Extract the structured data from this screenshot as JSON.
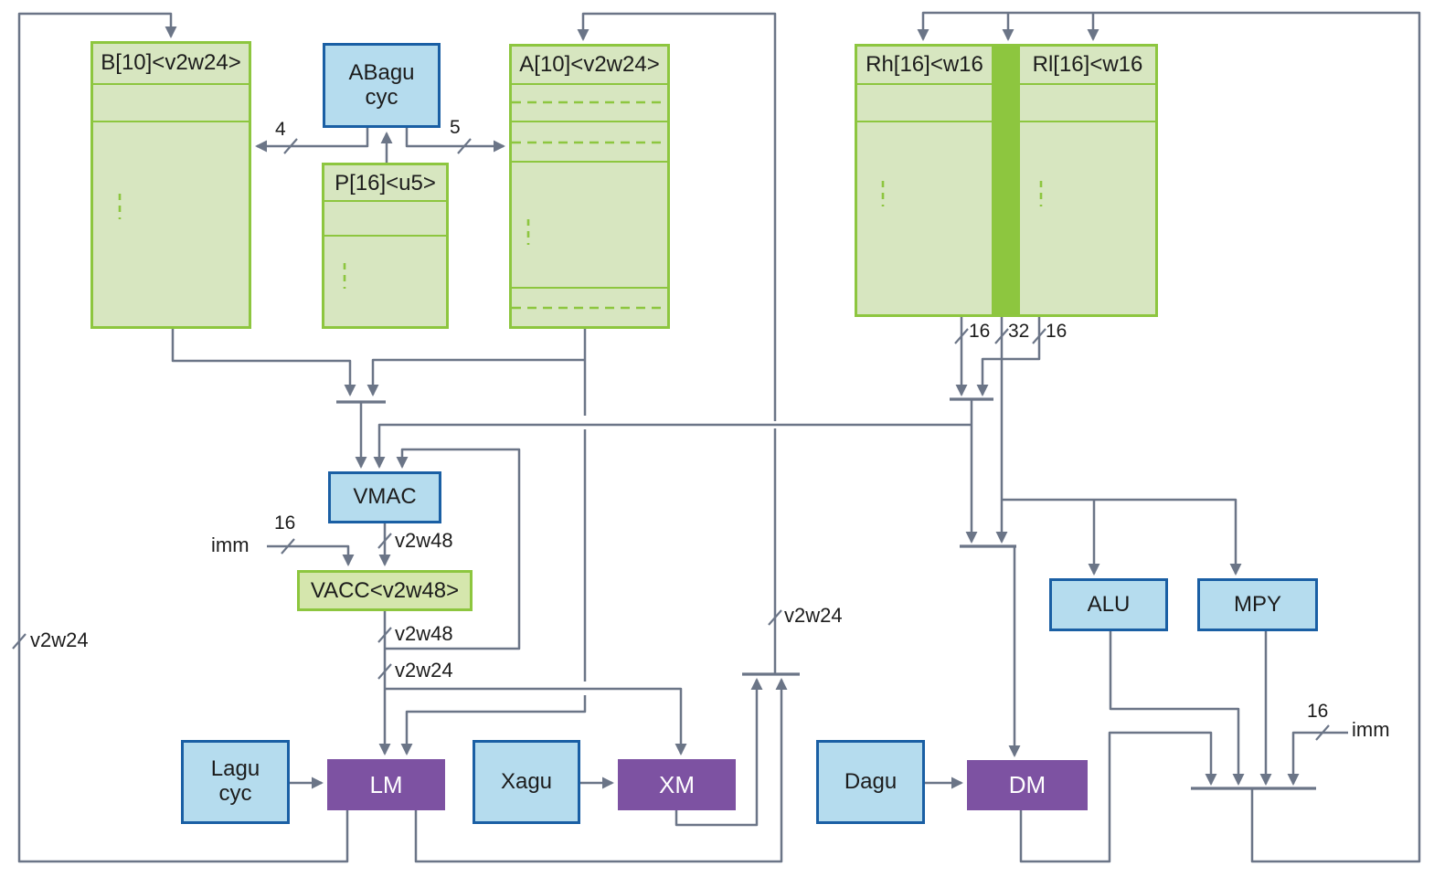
{
  "diagram": {
    "type": "dsp-datapath-block-diagram",
    "colors": {
      "register_fill": "#d7e6c0",
      "register_border": "#8dc63f",
      "register_stripe": "#8dc63f",
      "unit_fill": "#b5dcee",
      "unit_border": "#1a5fa4",
      "memory_fill": "#7d52a2",
      "wire": "#6b7587",
      "text": "#1c1c1c"
    },
    "icons": {
      "row_ellipsis": "dashed-vertical-marker"
    },
    "register_files": {
      "b": {
        "label": "B[10]<v2w24>"
      },
      "p": {
        "label": "P[16]<u5>"
      },
      "a": {
        "label": "A[10]<v2w24>"
      },
      "rh": {
        "label": "Rh[16]<w16"
      },
      "rl": {
        "label": "Rl[16]<w16"
      },
      "vacc": {
        "label": "VACC<v2w48>"
      }
    },
    "agus": {
      "abagu": {
        "line1": "ABagu",
        "line2": "cyc"
      },
      "lagu": {
        "line1": "Lagu",
        "line2": "cyc"
      },
      "xagu": {
        "label": "Xagu"
      },
      "dagu": {
        "label": "Dagu"
      }
    },
    "exec_units": {
      "vmac": {
        "label": "VMAC"
      },
      "alu": {
        "label": "ALU"
      },
      "mpy": {
        "label": "MPY"
      }
    },
    "memories": {
      "lm": {
        "label": "LM"
      },
      "xm": {
        "label": "XM"
      },
      "dm": {
        "label": "DM"
      }
    },
    "bus_labels": {
      "abagu_b_width": "4",
      "abagu_a_width": "5",
      "rh_read_width": "16",
      "pair_read_width": "32",
      "rl_read_width": "16",
      "vmac_result_type": "v2w48",
      "vacc_result_type": "v2w48",
      "vacc_store_type": "v2w24",
      "lm_writeback_type": "v2w24",
      "xm_writeback_type": "v2w24",
      "imm_vacc": {
        "label": "imm",
        "width": "16"
      },
      "imm_mux": {
        "label": "imm",
        "width": "16"
      }
    }
  }
}
